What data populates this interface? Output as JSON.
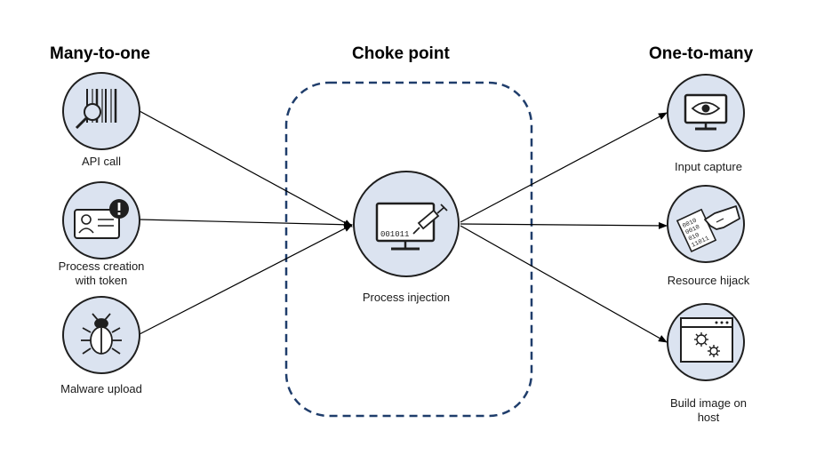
{
  "sections": {
    "left_title": "Many-to-one",
    "center_title": "Choke point",
    "right_title": "One-to-many"
  },
  "nodes": {
    "api_call": {
      "label": "API call",
      "icon": "barcode-magnifier-icon"
    },
    "process_creation": {
      "label_line1": "Process creation",
      "label_line2": "with token",
      "icon": "id-card-alert-icon"
    },
    "malware_upload": {
      "label": "Malware upload",
      "icon": "bug-icon"
    },
    "process_injection": {
      "label": "Process injection",
      "icon": "monitor-syringe-icon",
      "binary_text": "001011"
    },
    "input_capture": {
      "label": "Input capture",
      "icon": "monitor-eye-icon"
    },
    "resource_hijack": {
      "label": "Resource hijack",
      "icon": "hand-binary-document-icon",
      "doc_lines": [
        "0010",
        "0010",
        "010",
        "11011"
      ]
    },
    "build_image": {
      "label_line1": "Build image on",
      "label_line2": "host",
      "icon": "window-gears-icon"
    }
  },
  "colors": {
    "circle_fill": "#dbe3f0",
    "circle_stroke": "#1f1f1f",
    "choke_border": "#1f3d6b",
    "arrow": "#000000"
  }
}
